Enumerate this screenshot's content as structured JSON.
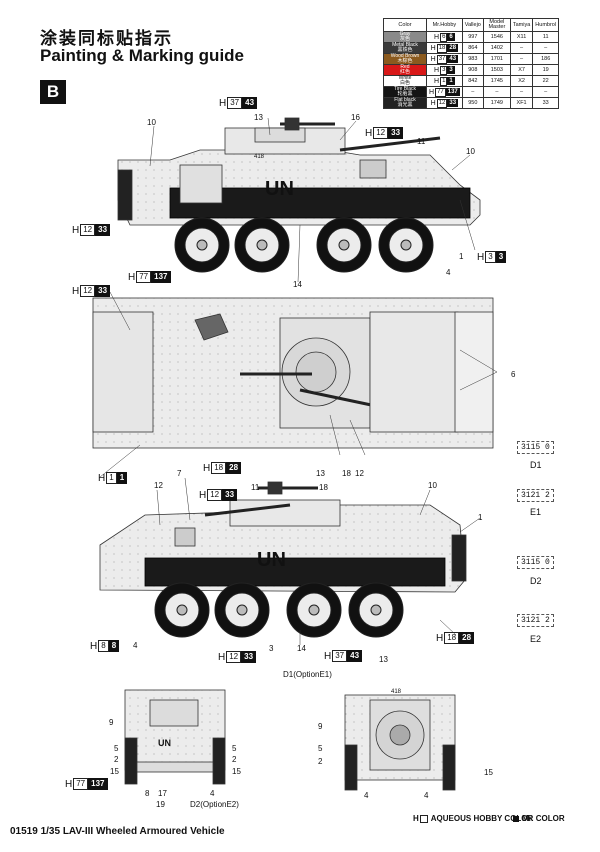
{
  "header": {
    "title_cn": "涂装同标贴指示",
    "title_en": "Painting & Marking guide",
    "sheet": "B"
  },
  "color_table": {
    "headers": [
      "Color",
      "Mr.Hobby",
      "Vallejo",
      "Model Master",
      "Tamiya",
      "Humbrol"
    ],
    "rows": [
      {
        "name": "Gray",
        "name_cn": "灰色",
        "swatch": "#8a8a8a",
        "h": "6",
        "mr": "6",
        "vallejo": "997",
        "model_master": "1546",
        "tamiya": "X11",
        "humbrol": "11"
      },
      {
        "name": "Metal Black",
        "name_cn": "黑铁色",
        "swatch": "#3a3a3a",
        "h": "18",
        "mr": "28",
        "vallejo": "864",
        "model_master": "1402",
        "tamiya": "–",
        "humbrol": "–"
      },
      {
        "name": "Wood Brown",
        "name_cn": "木棕色",
        "swatch": "#8b5a1e",
        "h": "37",
        "mr": "43",
        "vallejo": "983",
        "model_master": "1701",
        "tamiya": "–",
        "humbrol": "186"
      },
      {
        "name": "Red",
        "name_cn": "红色",
        "swatch": "#d81818",
        "h": "3",
        "mr": "3",
        "vallejo": "908",
        "model_master": "1503",
        "tamiya": "X7",
        "humbrol": "19"
      },
      {
        "name": "White",
        "name_cn": "白色",
        "swatch": "#ffffff",
        "h": "1",
        "mr": "1",
        "vallejo": "842",
        "model_master": "1745",
        "tamiya": "X2",
        "humbrol": "22"
      },
      {
        "name": "Tire Black",
        "name_cn": "轮胎黑",
        "swatch": "#141414",
        "h": "77",
        "mr": "137",
        "vallejo": "–",
        "model_master": "–",
        "tamiya": "–",
        "humbrol": "–"
      },
      {
        "name": "Flat black",
        "name_cn": "消光黑",
        "swatch": "#222222",
        "h": "12",
        "mr": "33",
        "vallejo": "950",
        "model_master": "1749",
        "tamiya": "XF1",
        "humbrol": "33"
      }
    ]
  },
  "callouts": [
    {
      "h": "37",
      "mr": "43"
    },
    {
      "h": "12",
      "mr": "33"
    },
    {
      "h": "12",
      "mr": "33"
    },
    {
      "h": "3",
      "mr": "3"
    },
    {
      "h": "77",
      "mr": "137"
    },
    {
      "h": "12",
      "mr": "33"
    },
    {
      "h": "1",
      "mr": "1"
    },
    {
      "h": "18",
      "mr": "28"
    },
    {
      "h": "12",
      "mr": "33"
    },
    {
      "h": "8",
      "mr": "8"
    },
    {
      "h": "18",
      "mr": "28"
    },
    {
      "h": "12",
      "mr": "33"
    },
    {
      "h": "37",
      "mr": "43"
    },
    {
      "h": "77",
      "mr": "137"
    }
  ],
  "numbers": [
    "10",
    "13",
    "16",
    "11",
    "10",
    "1",
    "4",
    "14",
    "6",
    "7",
    "13",
    "18",
    "12",
    "11",
    "18",
    "12",
    "10",
    "1",
    "4",
    "3",
    "14",
    "9",
    "5",
    "2",
    "15",
    "19",
    "8",
    "17",
    "13",
    "5",
    "2",
    "4",
    "15",
    "9",
    "5",
    "2",
    "4",
    "15",
    "4"
  ],
  "vehicle_marking": "UN",
  "vehicle_marking_small": "UN",
  "tail_number": "418",
  "option_labels": [
    "D1(OptionE1)",
    "D2(OptionE2)"
  ],
  "decals": [
    {
      "plate": "3115 0",
      "label": "D1"
    },
    {
      "plate": "3121 2",
      "label": "E1"
    },
    {
      "plate": "3115 0",
      "label": "D2"
    },
    {
      "plate": "3121 2",
      "label": "E2"
    }
  ],
  "legend": {
    "aqueous": "AQUEOUS HOBBY COLOR",
    "mr_color": "Mr. COLOR",
    "h_prefix": "H"
  },
  "footer": "01519 1/35 LAV-III Wheeled Armoured Vehicle"
}
